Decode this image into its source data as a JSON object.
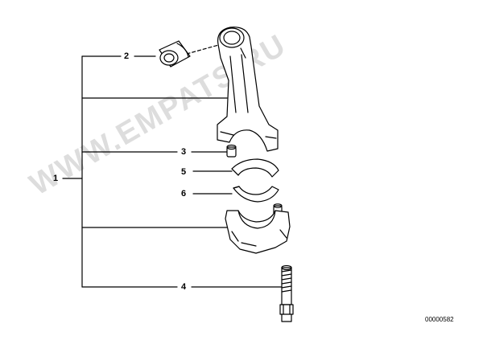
{
  "watermark": "WWW.EMPATS.RU",
  "catalog_number": "00000582",
  "callouts": {
    "c1": "1",
    "c2": "2",
    "c3": "3",
    "c4": "4",
    "c5": "5",
    "c6": "6"
  },
  "parts": [
    "connecting-rod",
    "bushing",
    "upper-bearing-shell",
    "lower-bearing-shell",
    "rod-cap",
    "rod-bolt",
    "dowel-sleeve"
  ]
}
